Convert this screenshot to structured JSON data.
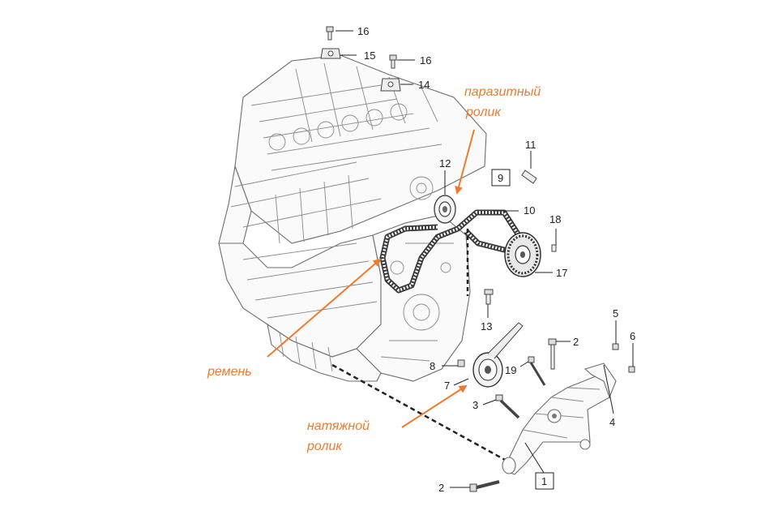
{
  "callouts": {
    "c16a": "16",
    "c15": "15",
    "c16b": "16",
    "c14": "14",
    "c11": "11",
    "c12": "12",
    "c9": "9",
    "c10": "10",
    "c18": "18",
    "c17": "17",
    "c13": "13",
    "c5": "5",
    "c6": "6",
    "c2a": "2",
    "c8": "8",
    "c19": "19",
    "c7": "7",
    "c3": "3",
    "c4": "4",
    "c1": "1",
    "c2b": "2"
  },
  "annotations": {
    "idler_line1": "паразитный",
    "idler_line2": "ролик",
    "belt": "ремень",
    "tensioner_line1": "натяжной",
    "tensioner_line2": "ролик"
  },
  "colors": {
    "annotation": "#f07a2b",
    "line_art": "#6e6e6e",
    "background": "#ffffff"
  }
}
